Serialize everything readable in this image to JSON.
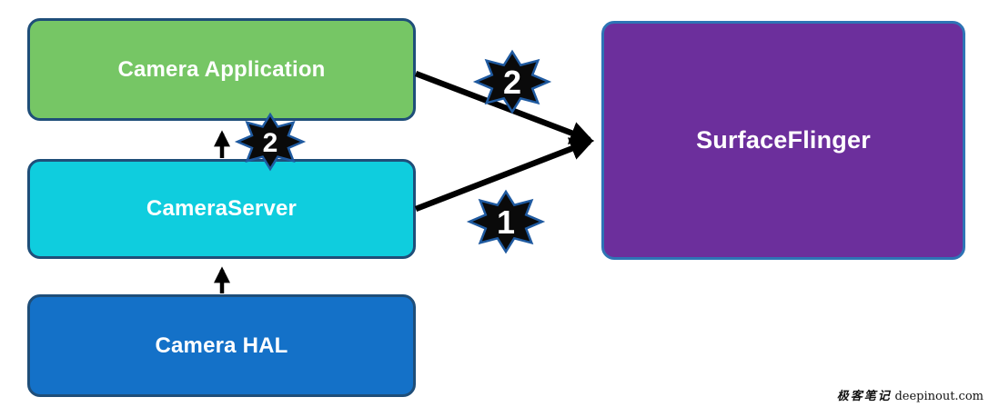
{
  "diagram": {
    "nodes": [
      {
        "id": "camera-application",
        "label": "Camera Application",
        "fill": "#76C665"
      },
      {
        "id": "camera-server",
        "label": "CameraServer",
        "fill": "#0FCDDE"
      },
      {
        "id": "camera-hal",
        "label": "Camera HAL",
        "fill": "#1471C8"
      },
      {
        "id": "surface-flinger",
        "label": "SurfaceFlinger",
        "fill": "#6C2F9C"
      }
    ],
    "edges": [
      {
        "from": "camera-hal",
        "to": "camera-server",
        "label": ""
      },
      {
        "from": "camera-server",
        "to": "camera-application",
        "label": "2"
      },
      {
        "from": "camera-application",
        "to": "surface-flinger",
        "label": "2"
      },
      {
        "from": "camera-server",
        "to": "surface-flinger",
        "label": "1"
      }
    ],
    "badges": [
      {
        "text": "2",
        "position": "between-cameraserver-and-application"
      },
      {
        "text": "2",
        "position": "on-application-to-surfaceflinger-arrow"
      },
      {
        "text": "1",
        "position": "on-cameraserver-to-surfaceflinger-arrow"
      }
    ]
  },
  "watermark": {
    "cn": "极客笔记",
    "en": "deepinout.com"
  },
  "colors": {
    "node_green": "#76C665",
    "node_cyan": "#0FCDDE",
    "node_blue": "#1471C8",
    "node_purple": "#6C2F9C",
    "node_border_dark": "#1F4E79",
    "node_border_purple_box": "#2E74B5",
    "badge_fill": "#0a0a0a",
    "badge_border": "#1F5AA0",
    "arrow": "#000000",
    "node_text": "#FFFFFF"
  }
}
